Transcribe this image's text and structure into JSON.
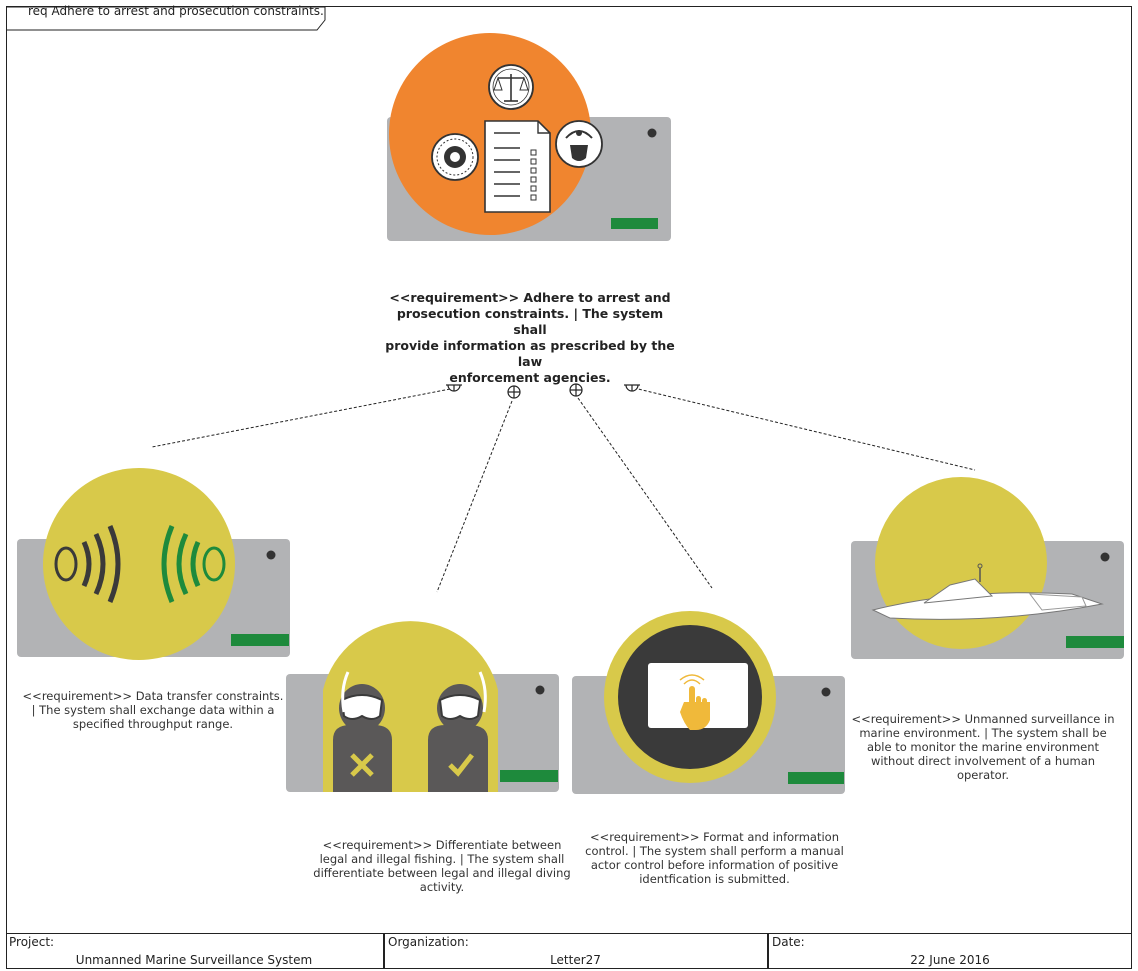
{
  "diagram": {
    "title": "req Adhere to arrest and prosecution constraints."
  },
  "requirements": {
    "main": {
      "lines": [
        "<<requirement>>  Adhere to arrest and",
        "prosecution constraints.  |  The system shall",
        "provide information as prescribed by the law",
        "enforcement agencies."
      ]
    },
    "data_transfer": {
      "lines": [
        "<<requirement>>  Data transfer constraints.",
        "|  The system shall exchange data within a",
        "specified throughput range."
      ]
    },
    "differentiate": {
      "lines": [
        "<<requirement>>  Differentiate between",
        "legal and illegal fishing.  |  The system shall",
        "differentiate between legal and illegal diving",
        "activity."
      ]
    },
    "format": {
      "lines": [
        "<<requirement>>  Format and information",
        "control.  |  The system shall perform a manual",
        "actor control before information of positive",
        "identfication is submitted."
      ]
    },
    "unmanned": {
      "lines": [
        "<<requirement>>  Unmanned surveillance in",
        "marine environment.  |  The system shall be",
        "able to monitor the marine environment",
        "without direct involvement of a human",
        "operator."
      ]
    }
  },
  "footer": {
    "project_label": "Project:",
    "project_value": "Unmanned Marine Surveillance System",
    "organization_label": "Organization:",
    "organization_value": "Letter27",
    "date_label": "Date:",
    "date_value": "22 June 2016"
  },
  "colors": {
    "orange": "#f0852f",
    "yellow": "#d8c94a",
    "gray": "#b2b3b5",
    "green": "#1e8a3c",
    "dark": "#3a3a3a"
  }
}
